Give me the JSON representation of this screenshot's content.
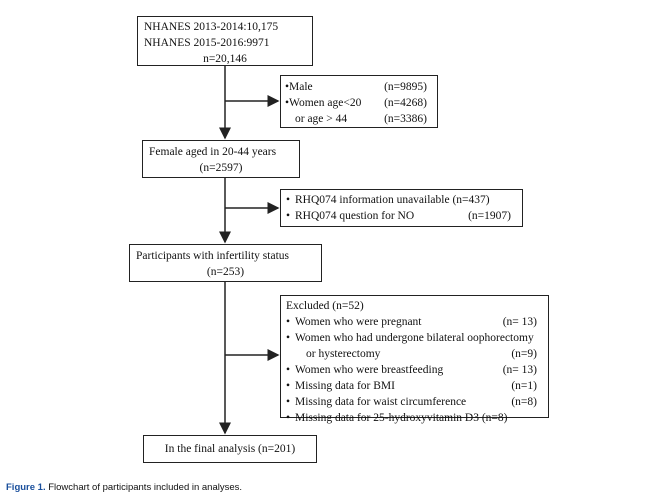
{
  "box1": {
    "lines": [
      "NHANES 2013-2014:10,175",
      "NHANES 2015-2016:9971",
      "n=20,146"
    ]
  },
  "excl1": {
    "items": [
      {
        "label": "•Male",
        "value": "(n=9895)"
      },
      {
        "label": "•Women age<20",
        "value": "(n=4268)"
      },
      {
        "label": "or age > 44",
        "value": "(n=3386)"
      }
    ]
  },
  "box2": {
    "lines": [
      "Female aged in 20-44 years",
      "(n=2597)"
    ]
  },
  "excl2": {
    "items": [
      {
        "label": "RHQ074 information unavailable (n=437)",
        "value": ""
      },
      {
        "label": "RHQ074 question for NO",
        "value": "(n=1907)"
      }
    ]
  },
  "box3": {
    "lines": [
      "Participants with infertility status",
      "(n=253)"
    ]
  },
  "excl3": {
    "title": "Excluded (n=52)",
    "items": [
      {
        "label": "Women who were pregnant",
        "value": "(n= 13)"
      },
      {
        "label": "Women who had undergone bilateral oophorectomy",
        "value": ""
      },
      {
        "label": "or hysterectomy",
        "value": "(n=9)"
      },
      {
        "label": "Women who were breastfeeding",
        "value": "(n= 13)"
      },
      {
        "label": "Missing data for BMI",
        "value": "(n=1)"
      },
      {
        "label": "Missing data for waist circumference",
        "value": "(n=8)"
      },
      {
        "label": "Missing data for 25-hydroxyvitamin D3 (n=8)",
        "value": ""
      }
    ]
  },
  "box4": {
    "lines": [
      "In the final analysis (n=201)"
    ]
  },
  "caption": {
    "label": "Figure 1.",
    "text": "Flowchart of participants included in analyses."
  }
}
